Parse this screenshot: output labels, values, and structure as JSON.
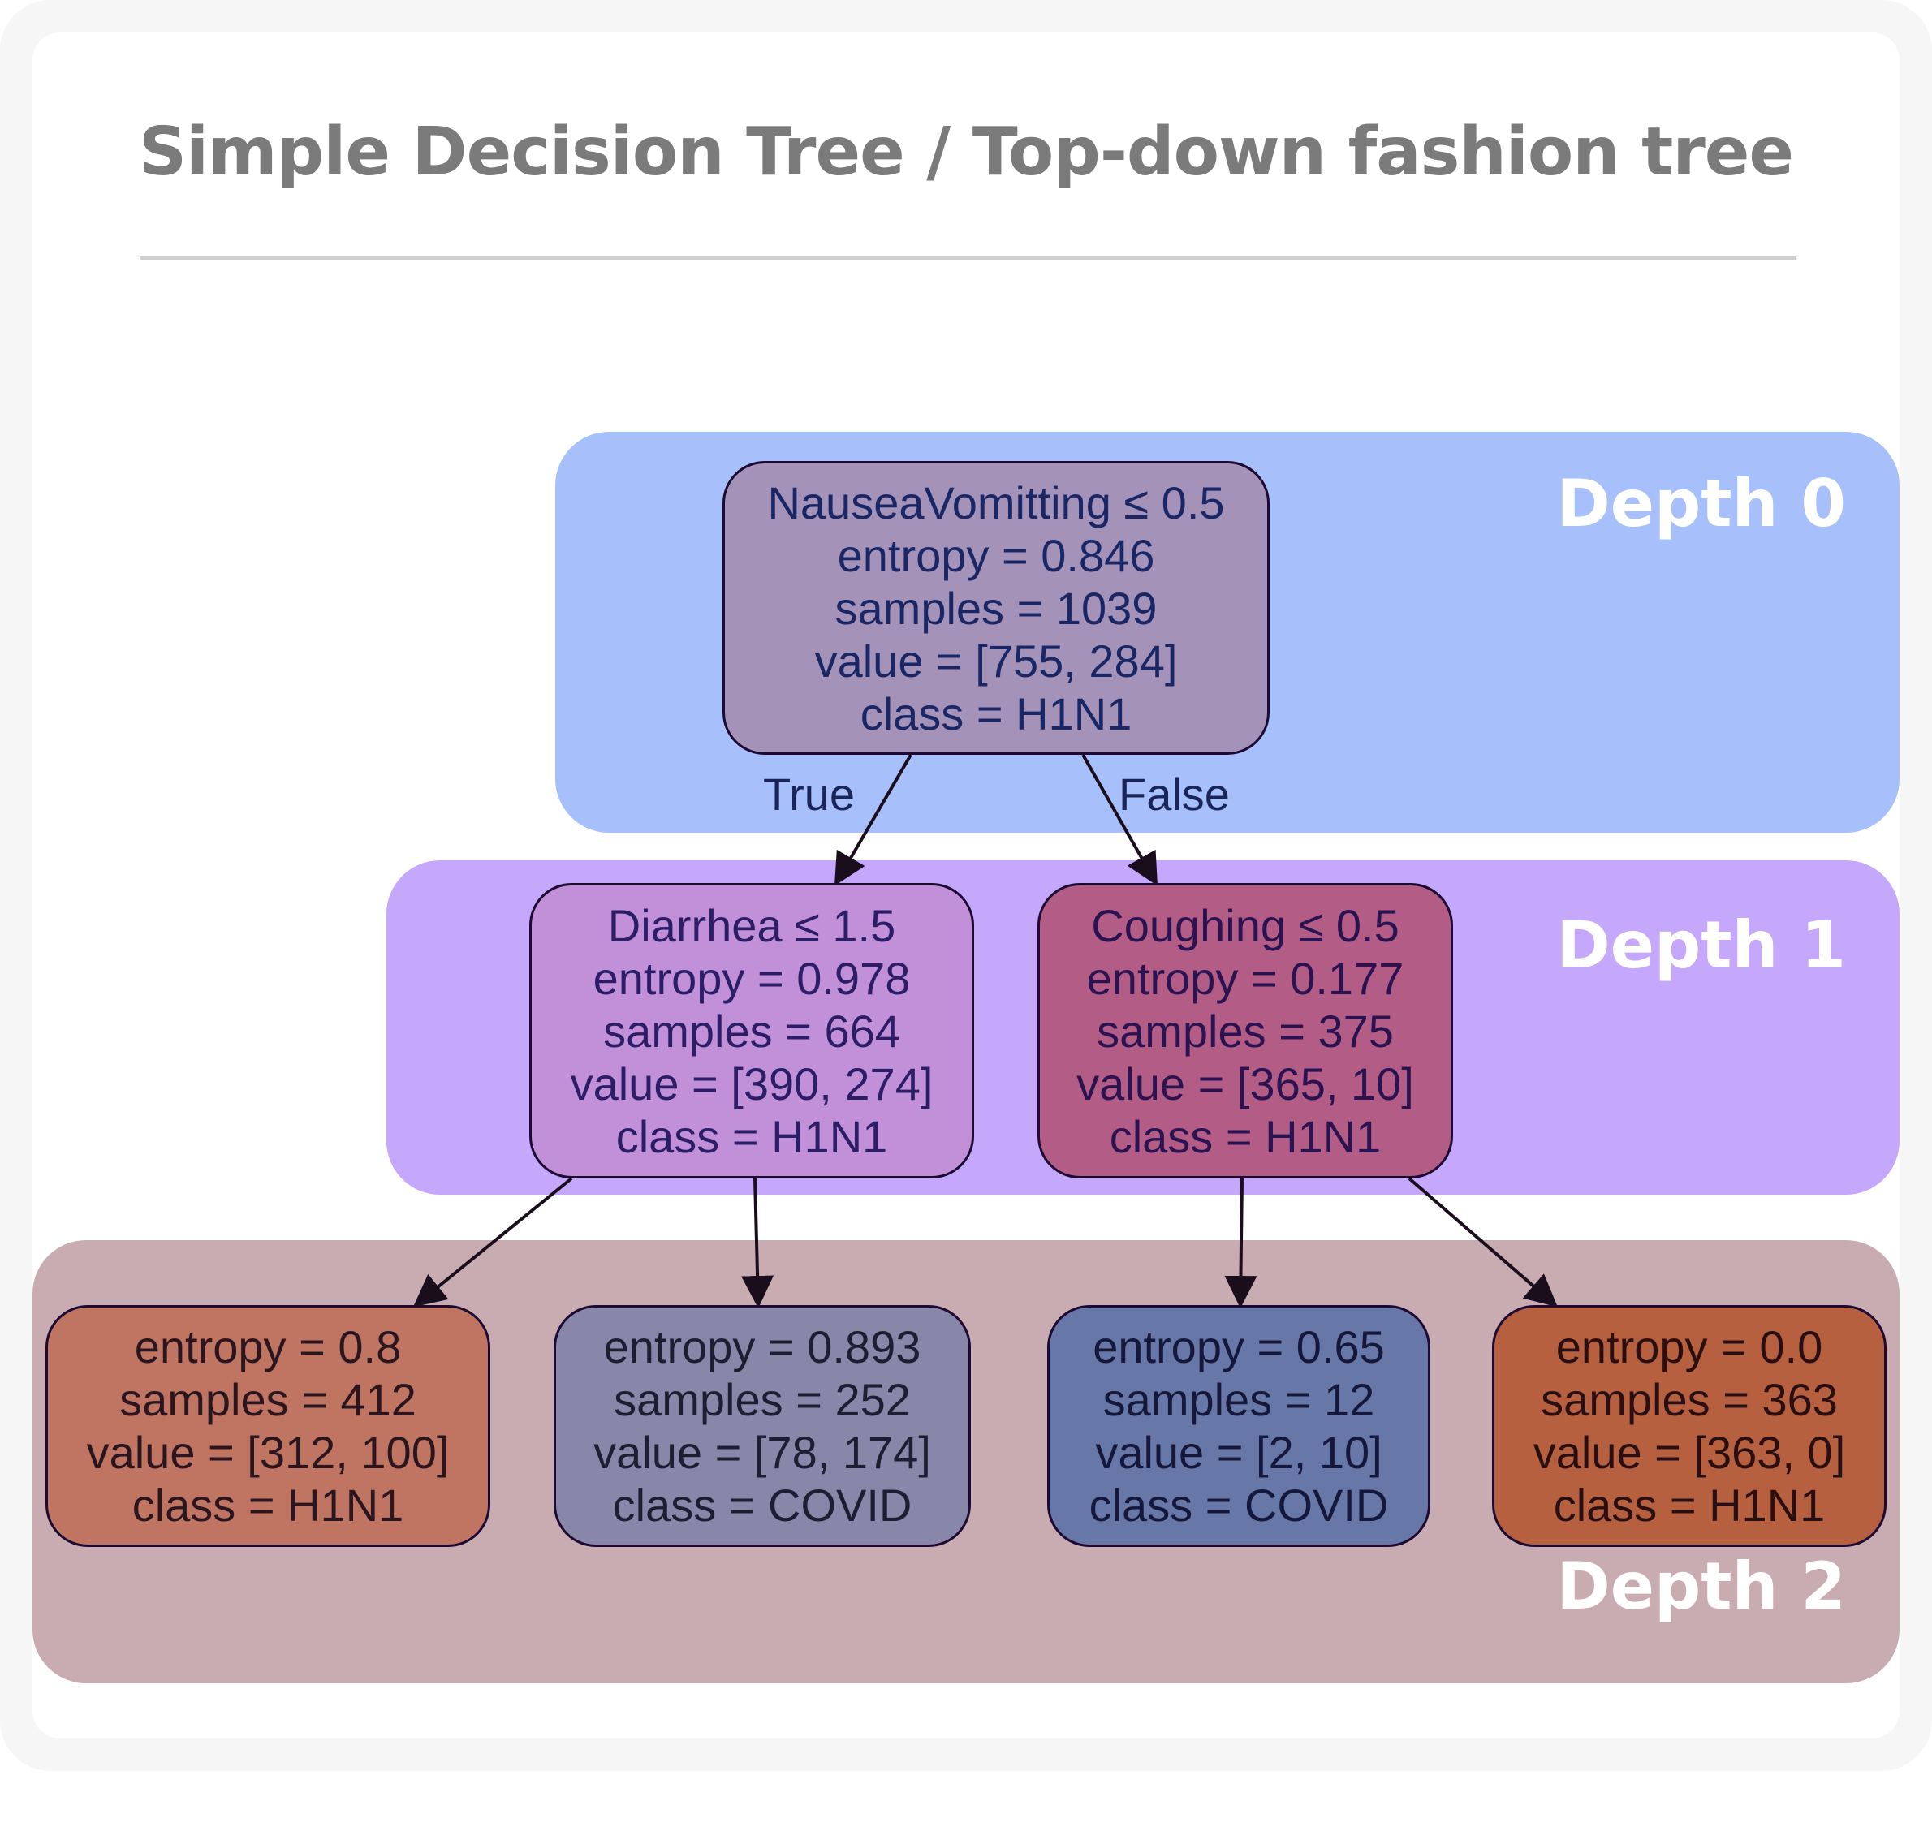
{
  "title": "Simple Decision Tree / Top-down fashion tree",
  "depths": [
    {
      "label": "Depth 0",
      "color": "#a7c0fc"
    },
    {
      "label": "Depth 1",
      "color": "#c5a8fc"
    },
    {
      "label": "Depth 2",
      "color": "#c9abb2"
    }
  ],
  "edge_labels": {
    "true": "True",
    "false": "False"
  },
  "nodes": {
    "root": {
      "lines": [
        "NauseaVomitting ≤ 0.5",
        "entropy = 0.846",
        "samples = 1039",
        "value = [755, 284]",
        "class = H1N1"
      ],
      "fill": "#a492b8",
      "text_color": "#1a2766"
    },
    "left": {
      "lines": [
        "Diarrhea ≤ 1.5",
        "entropy = 0.978",
        "samples = 664",
        "value = [390, 274]",
        "class = H1N1"
      ],
      "fill": "#c290d9",
      "text_color": "#2b1d66"
    },
    "right": {
      "lines": [
        "Coughing ≤ 0.5",
        "entropy = 0.177",
        "samples = 375",
        "value = [365, 10]",
        "class = H1N1"
      ],
      "fill": "#b35d86",
      "text_color": "#2a1350"
    },
    "left_left": {
      "lines": [
        "entropy = 0.8",
        "samples = 412",
        "value = [312, 100]",
        "class = H1N1"
      ],
      "fill": "#bf7562",
      "text_color": "#2b1620"
    },
    "left_right": {
      "lines": [
        "entropy = 0.893",
        "samples = 252",
        "value = [78, 174]",
        "class = COVID"
      ],
      "fill": "#8887aa",
      "text_color": "#1e1e33"
    },
    "right_left": {
      "lines": [
        "entropy = 0.65",
        "samples = 12",
        "value = [2, 10]",
        "class = COVID"
      ],
      "fill": "#6777a7",
      "text_color": "#15183a"
    },
    "right_right": {
      "lines": [
        "entropy = 0.0",
        "samples = 363",
        "value = [363, 0]",
        "class = H1N1"
      ],
      "fill": "#b7603f",
      "text_color": "#2a0f12"
    }
  }
}
